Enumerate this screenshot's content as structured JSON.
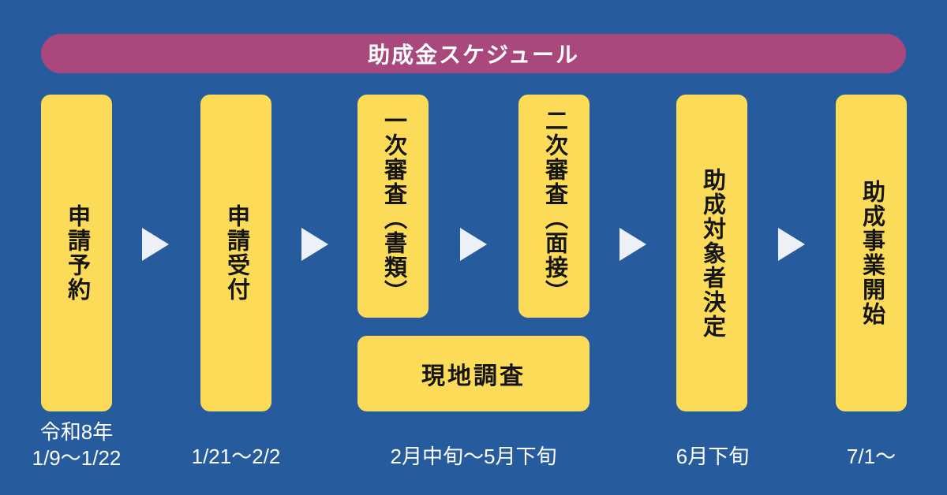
{
  "title": "助成金スケジュール",
  "colors": {
    "bg": "#265C9E",
    "box": "#FBDB58",
    "banner": "#A8487C",
    "arrow": "#EDF1F7",
    "box-text": "#151515",
    "label-text": "#FFFFFF"
  },
  "steps": [
    {
      "label": "申請予約",
      "date_line1": "令和8年",
      "date_line2": "1/9〜1/22"
    },
    {
      "label": "申請受付",
      "date": "1/21〜2/2"
    },
    {
      "label": "一次審査（書類）"
    },
    {
      "label": "二次審査（面接）"
    },
    {
      "label": "助成対象者決定",
      "date": "6月下旬"
    },
    {
      "label": "助成事業開始",
      "date": "7/1〜"
    }
  ],
  "survey": {
    "label": "現地調査",
    "date": "2月中旬〜5月下旬"
  },
  "icons": {
    "flow_arrow": "arrow-right-icon"
  }
}
